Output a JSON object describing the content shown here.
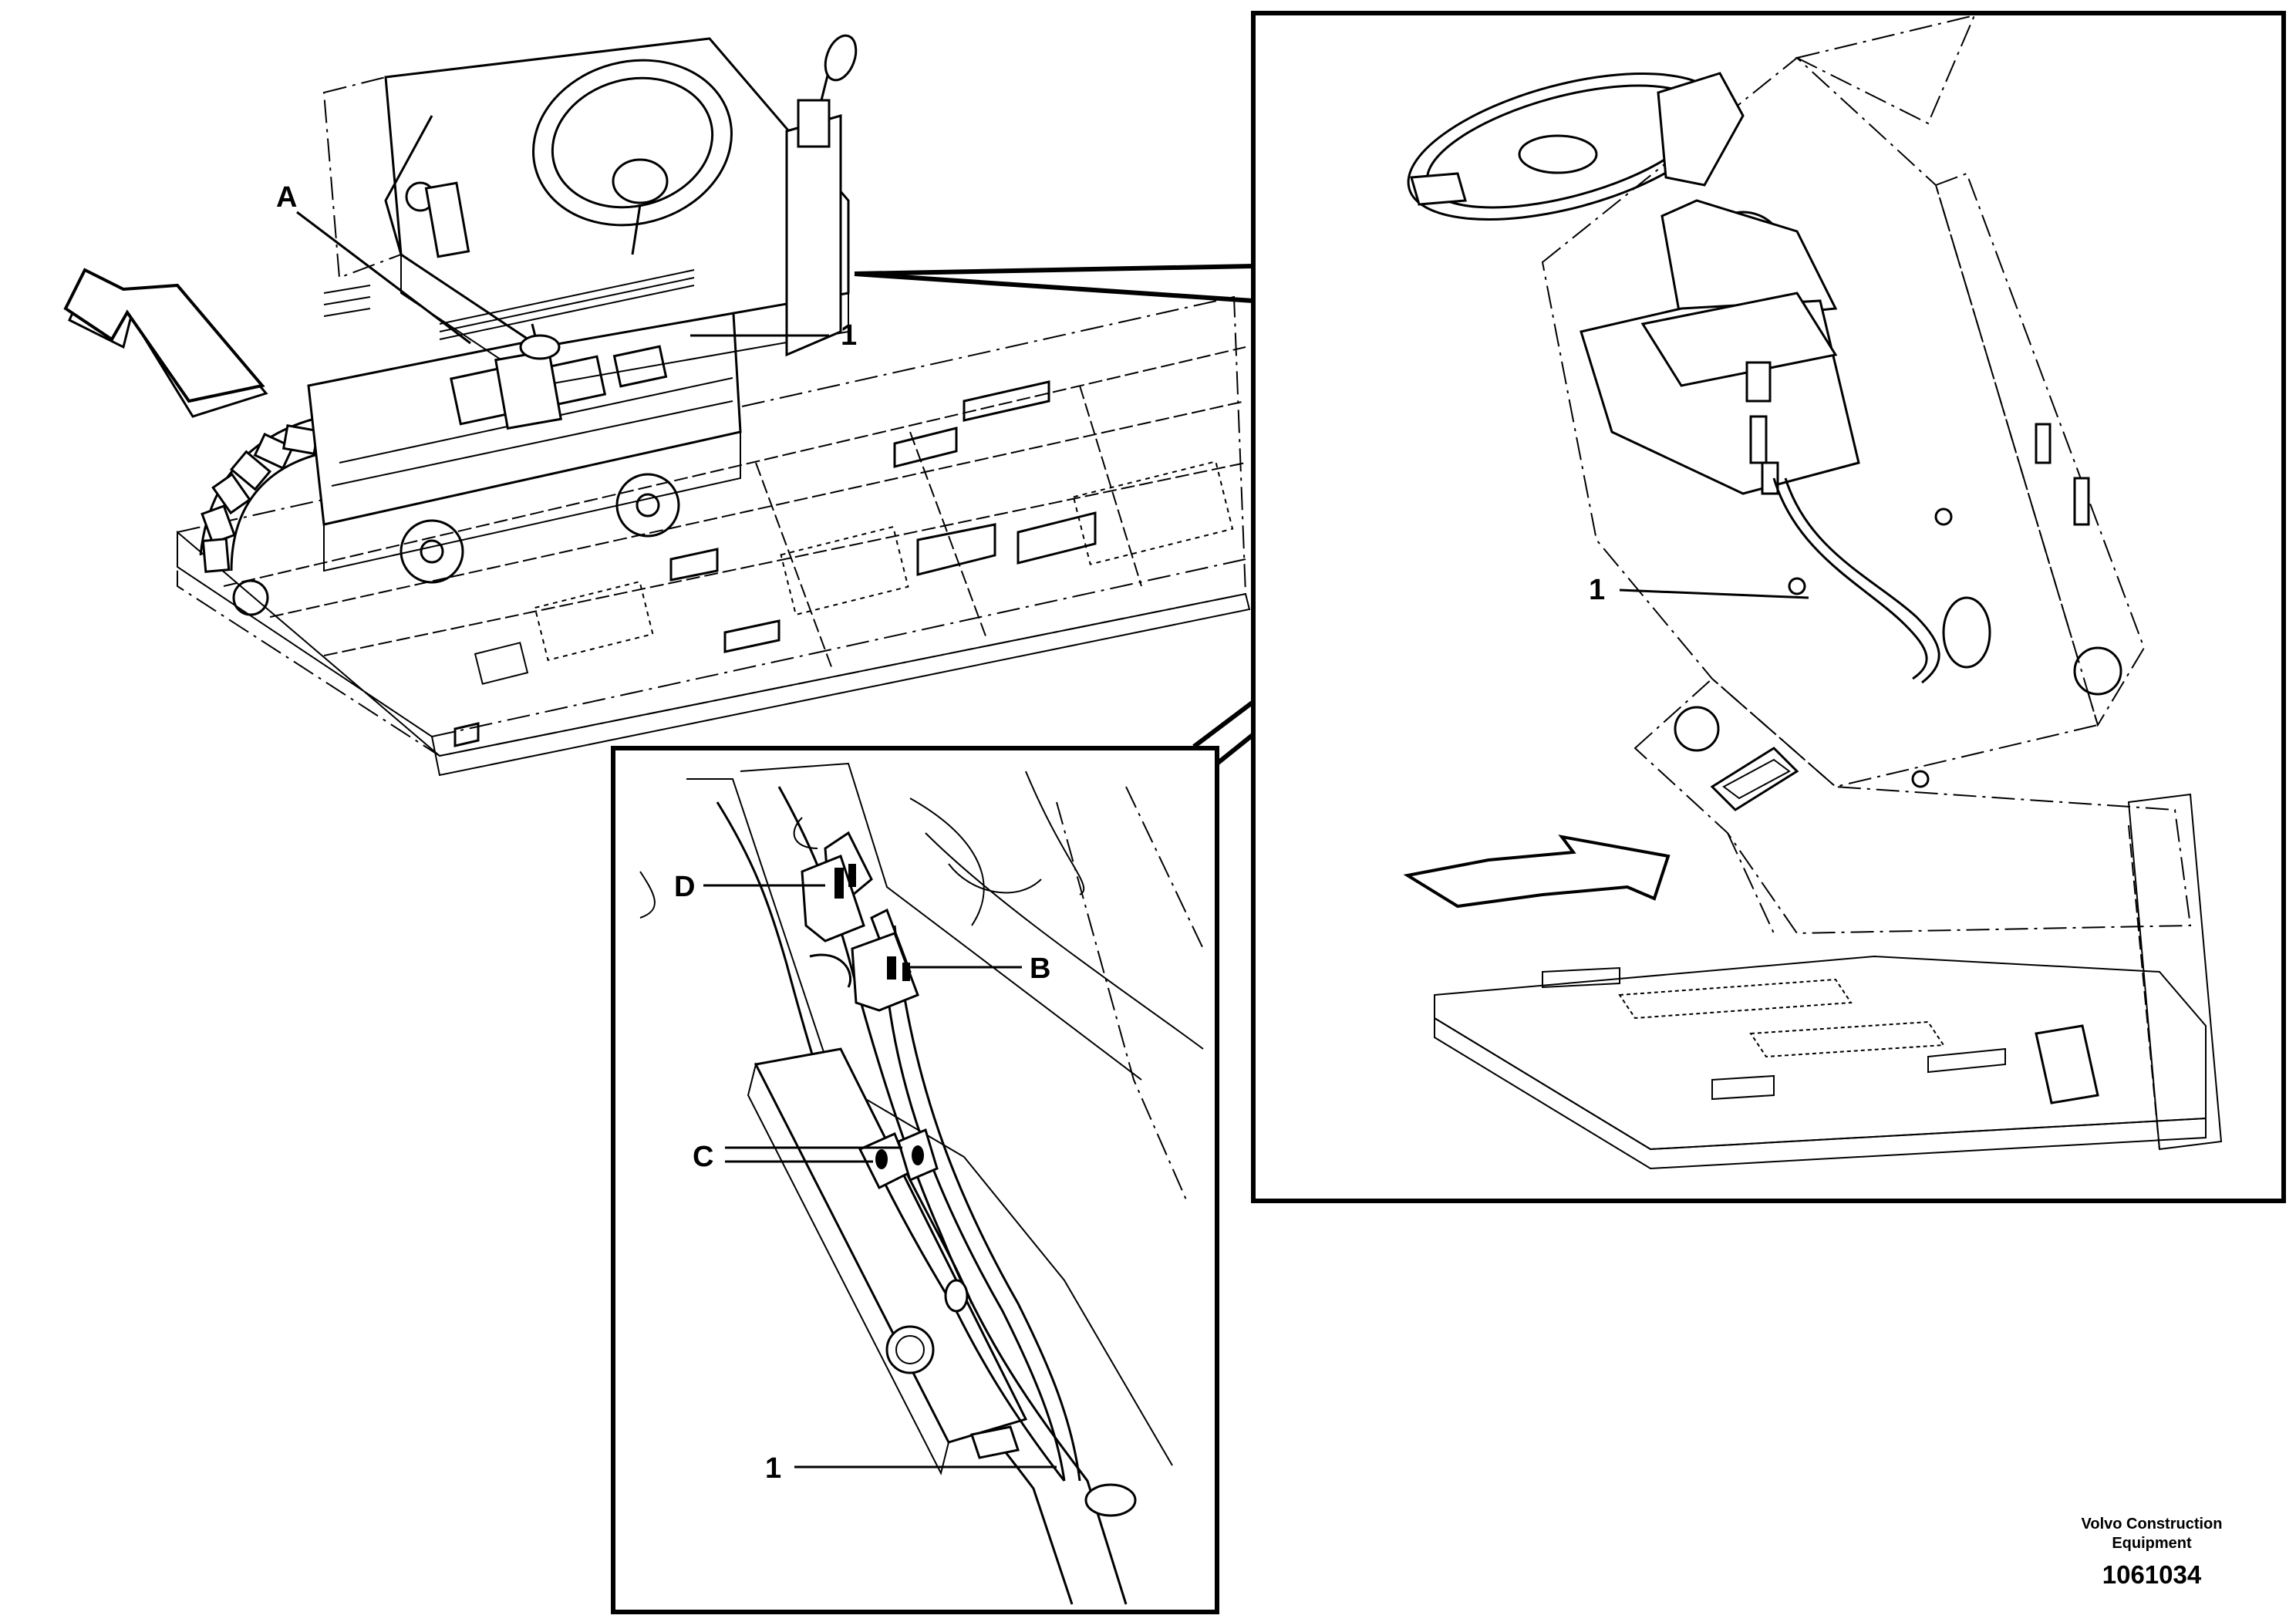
{
  "labels": {
    "A": "A",
    "B": "B",
    "C": "C",
    "D": "D",
    "one": "1"
  },
  "footer": {
    "manufacturer_line1": "Volvo Construction",
    "manufacturer_line2": "Equipment",
    "part_number": "1061034"
  },
  "colors": {
    "line": "#000000",
    "background": "#ffffff"
  }
}
